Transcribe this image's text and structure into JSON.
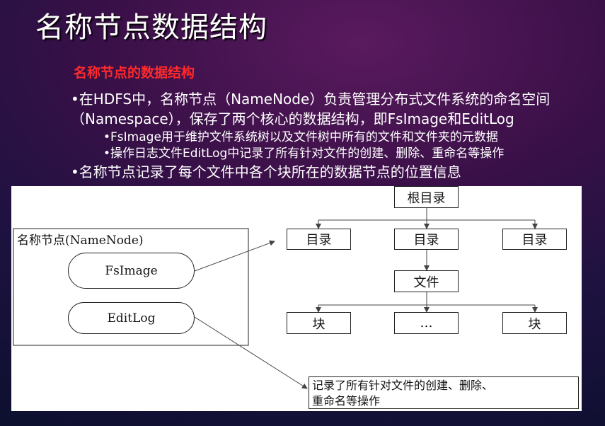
{
  "slide": {
    "title": "名称节点数据结构",
    "subtitle": "名称节点的数据结构",
    "bullets": [
      "•在HDFS中，名称节点（NameNode）负责管理分布式文件系统的命名空间",
      "（Namespace），保存了两个核心的数据结构，即FsImage和EditLog",
      "•名称节点记录了每个文件中各个块所在的数据节点的位置信息"
    ],
    "sub_bullets": [
      "•FsImage用于维护文件系统树以及文件树中所有的文件和文件夹的元数据",
      "•操作日志文件EditLog中记录了所有针对文件的创建、删除、重命名等操作"
    ]
  },
  "diagram": {
    "namenode_label": "名称节点(NameNode)",
    "fsimage": "FsImage",
    "editlog": "EditLog",
    "root": "根目录",
    "dirs": [
      "目录",
      "目录",
      "目录"
    ],
    "file": "文件",
    "blocks": [
      "块",
      "…",
      "块"
    ],
    "note_lines": [
      "记录了所有针对文件的创建、删除、",
      "重命名等操作"
    ]
  },
  "colors": {
    "subtitle": "#ff2a2a",
    "text": "#ffffff",
    "diagram_bg": "#ffffff"
  }
}
